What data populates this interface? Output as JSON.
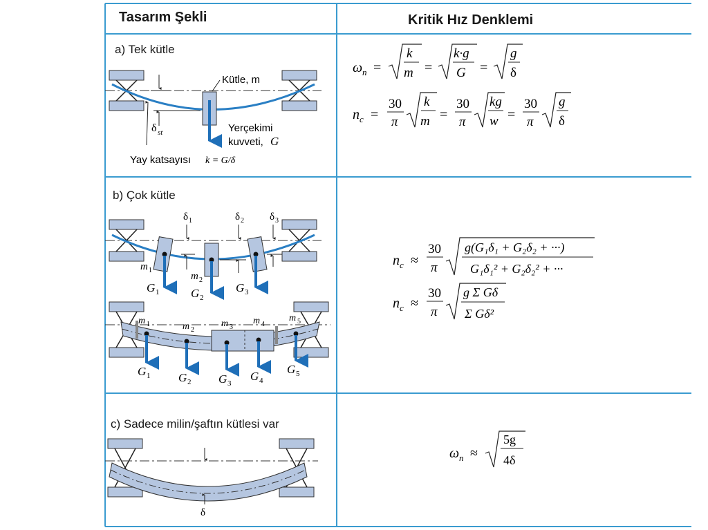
{
  "header": {
    "left_title": "Tasarım Şekli",
    "right_title": "Kritik Hız Denklemi"
  },
  "sections": {
    "a": {
      "title": "a) Tek kütle",
      "mass_label": "Kütle, m",
      "gravity_label_1": "Yerçekimi",
      "gravity_label_2": "kuvveti,",
      "gravity_symbol": "G",
      "delta_st": "δ",
      "delta_st_sub": "st",
      "spring_label": "Yay katsayısı",
      "spring_formula": "k = G/δ"
    },
    "b": {
      "title": "b) Çok kütle",
      "deltas": [
        "δ",
        "δ",
        "δ"
      ],
      "delta_subs": [
        "1",
        "2",
        "3"
      ],
      "masses_top": [
        "m",
        "m"
      ],
      "masses_top_subs": [
        "1",
        "2"
      ],
      "weights_top": [
        "G",
        "G",
        "G"
      ],
      "weights_top_subs": [
        "1",
        "2",
        "3"
      ],
      "masses_bottom": [
        "m",
        "m",
        "m",
        "m",
        "m"
      ],
      "masses_bottom_subs": [
        "1",
        "2",
        "3",
        "4",
        "5"
      ],
      "weights_bottom": [
        "G",
        "G",
        "G",
        "G",
        "G"
      ],
      "weights_bottom_subs": [
        "1",
        "2",
        "3",
        "4",
        "5"
      ]
    },
    "c": {
      "title": "c) Sadece milin/şaftın kütlesi var",
      "delta": "δ"
    }
  },
  "equations": {
    "a_line1": {
      "lhs": "ω",
      "lhs_sub": "n",
      "f1_num": "k",
      "f1_den": "m",
      "f2_num": "k·g",
      "f2_den": "G",
      "f3_num": "g",
      "f3_den": "δ",
      "eq": "="
    },
    "a_line2": {
      "lhs": "n",
      "lhs_sub": "c",
      "coef_num": "30",
      "coef_den": "π",
      "f1_num": "k",
      "f1_den": "m",
      "f2_num": "kg",
      "f2_den": "w",
      "f3_num": "g",
      "f3_den": "δ",
      "eq": "="
    },
    "b_line1": {
      "lhs": "n",
      "lhs_sub": "c",
      "approx": "≈",
      "coef_num": "30",
      "coef_den": "π",
      "num": "g(G₁δ₁ + G₂δ₂ + ···)",
      "den": "G₁δ₁² + G₂δ₂² + ···"
    },
    "b_line2": {
      "lhs": "n",
      "lhs_sub": "c",
      "approx": "≈",
      "coef_num": "30",
      "coef_den": "π",
      "num": "g Σ Gδ",
      "den": "Σ Gδ²"
    },
    "c_line1": {
      "lhs": "ω",
      "lhs_sub": "n",
      "approx": "≈",
      "num": "5g",
      "den": "4δ"
    }
  },
  "colors": {
    "rule": "#3a9bd0",
    "shaft_blue": "#2a7fc4",
    "arrow_blue": "#1f6fb8",
    "block_fill": "#b5c6e0",
    "block_stroke": "#333333",
    "text": "#1a1a1a"
  }
}
